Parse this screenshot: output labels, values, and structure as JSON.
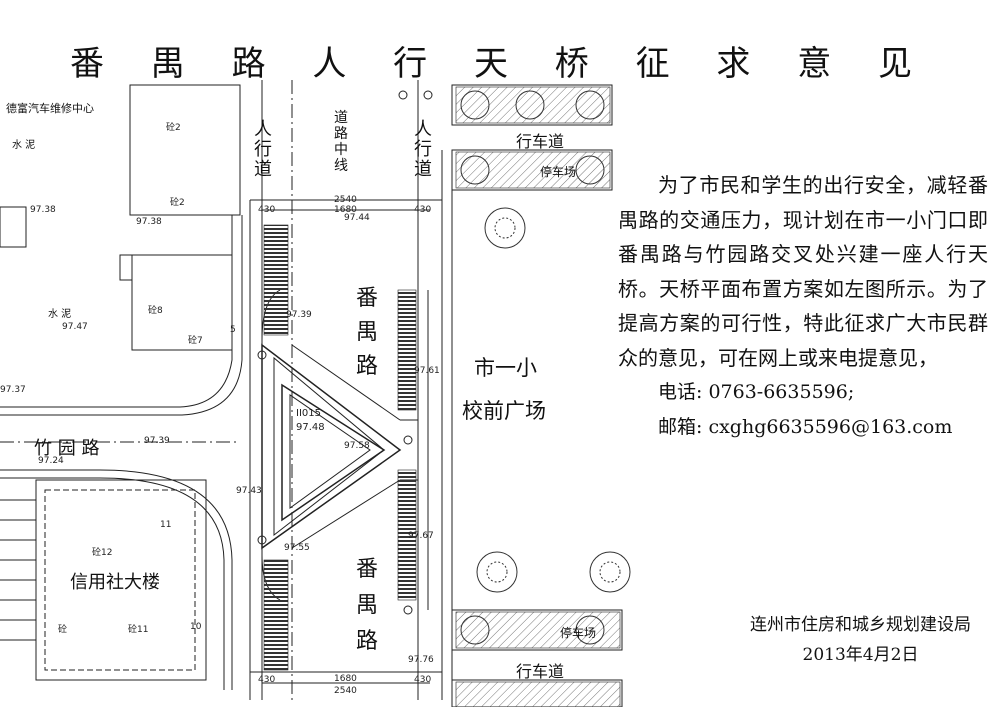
{
  "title": "番 禺 路 人 行 天 桥 征 求 意 见",
  "plan": {
    "labels": {
      "garage": "德富汽车维修中心",
      "cement1": "水  泥",
      "cement2": "水  泥",
      "sidewalk": "人行道",
      "centerline": "道路中线",
      "carriageway_top": "行车道",
      "carriageway_bottom": "行车道",
      "parking_top": "停车场",
      "parking_bottom": "停车场",
      "road_upper": "番禺路",
      "road_lower": "番禺路",
      "plaza_line1": "市一小",
      "plaza_line2": "校前广场",
      "cross_road": "竹 园 路",
      "bank_building": "信用社大楼"
    },
    "small": {
      "h1": "97.38",
      "h2": "97.38",
      "h3": "97.47",
      "h4": "97.39",
      "h5": "97.24",
      "h6": "97.37",
      "h7": "97.39",
      "h8": "97.44",
      "h9": "97.61",
      "h10": "97.55",
      "h11": "97.43",
      "h12": "97.58",
      "h13": "97.67",
      "h14": "97.76",
      "h15": "97.48",
      "b1": "砼2",
      "b2": "砼2",
      "b3": "砼8",
      "b4": "砼7",
      "b5": "砼12",
      "b6": "砼11",
      "b7": "砼",
      "d1": "430",
      "d2": "2540",
      "d3": "1680",
      "d4": "430",
      "d5": "430",
      "d6": "2540",
      "d7": "1680",
      "d8": "430",
      "code": "II015",
      "n11": "11",
      "n10": "10",
      "n5": "5"
    }
  },
  "notice": {
    "paragraph": "为了市民和学生的出行安全，减轻番禺路的交通压力，现计划在市一小门口即番禺路与竹园路交叉处兴建一座人行天桥。天桥平面布置方案如左图所示。为了提高方案的可行性，特此征求广大市民群众的意见，可在网上或来电提意见，",
    "phone": "电话: 0763-6635596;",
    "email": "邮箱: cxghg6635596@163.com"
  },
  "signature": {
    "org": "连州市住房和城乡规划建设局",
    "date": "2013年4月2日"
  }
}
